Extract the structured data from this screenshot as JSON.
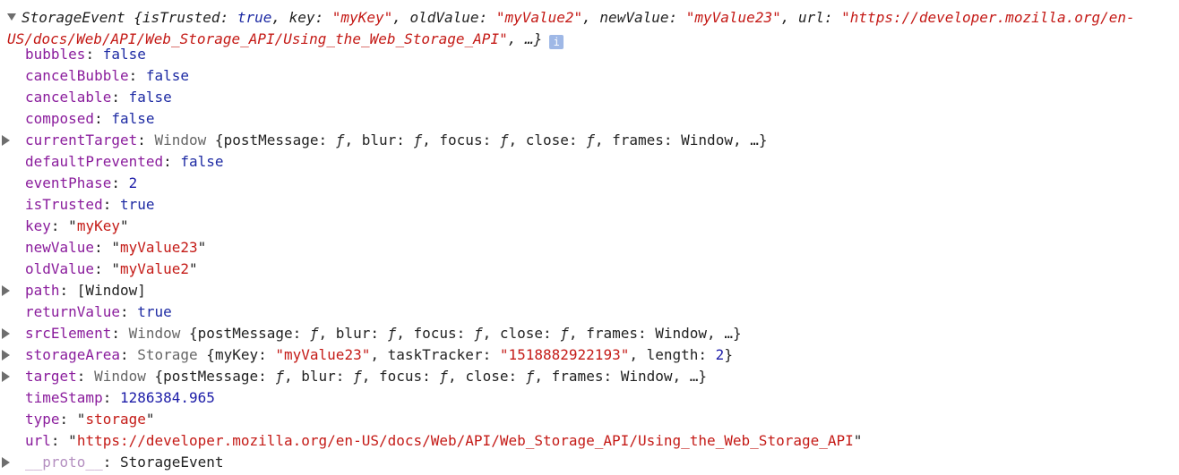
{
  "header": {
    "class_name": "StorageEvent",
    "open": " {",
    "k_isTrusted": "isTrusted",
    "v_isTrusted": "true",
    "k_key": "key",
    "v_key": "\"myKey\"",
    "k_oldValue": "oldValue",
    "v_oldValue": "\"myValue2\"",
    "k_newValue": "newValue",
    "v_newValue": "\"myValue23\"",
    "k_url": "url",
    "v_url": "\"https://developer.mozilla.org/en-US/docs/Web/API/Web_Storage_API/Using_the_Web_Storage_API\"",
    "tail": ", …}",
    "info_icon": "i"
  },
  "window_summary": {
    "type": "Window",
    "body": " {postMessage: ",
    "f": "ƒ",
    "blur": ", blur: ",
    "focus": ", focus: ",
    "close": ", close: ",
    "frames": ", frames: Window, …}"
  },
  "props": {
    "bubbles": {
      "key": "bubbles",
      "value": "false"
    },
    "cancelBubble": {
      "key": "cancelBubble",
      "value": "false"
    },
    "cancelable": {
      "key": "cancelable",
      "value": "false"
    },
    "composed": {
      "key": "composed",
      "value": "false"
    },
    "currentTarget": {
      "key": "currentTarget"
    },
    "defaultPrevented": {
      "key": "defaultPrevented",
      "value": "false"
    },
    "eventPhase": {
      "key": "eventPhase",
      "value": "2"
    },
    "isTrusted": {
      "key": "isTrusted",
      "value": "true"
    },
    "key": {
      "key": "key",
      "value": "myKey"
    },
    "newValue": {
      "key": "newValue",
      "value": "myValue23"
    },
    "oldValue": {
      "key": "oldValue",
      "value": "myValue2"
    },
    "path": {
      "key": "path",
      "value": "[Window]"
    },
    "returnValue": {
      "key": "returnValue",
      "value": "true"
    },
    "srcElement": {
      "key": "srcElement"
    },
    "storageArea": {
      "key": "storageArea",
      "type": "Storage",
      "open": " {myKey: ",
      "myKey": "\"myValue23\"",
      "tt_label": ", taskTracker: ",
      "taskTracker": "\"1518882922193\"",
      "len_label": ", length: ",
      "length": "2",
      "close": "}"
    },
    "target": {
      "key": "target"
    },
    "timeStamp": {
      "key": "timeStamp",
      "value": "1286384.965"
    },
    "type": {
      "key": "type",
      "value": "storage"
    },
    "url": {
      "key": "url",
      "value": "https://developer.mozilla.org/en-US/docs/Web/API/Web_Storage_API/Using_the_Web_Storage_API"
    },
    "proto": {
      "key": "__proto__",
      "value": "StorageEvent"
    }
  }
}
